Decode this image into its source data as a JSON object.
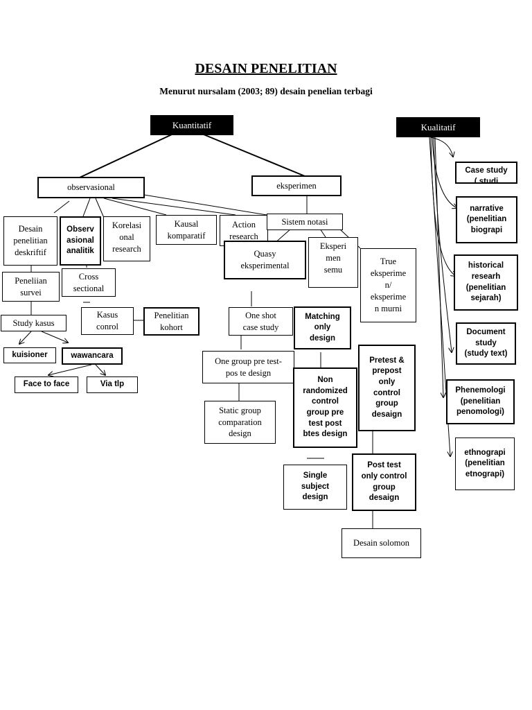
{
  "title": "DESAIN PENELITIAN",
  "subtitle": "Menurut nursalam (2003; 89) desain penelian terbagi",
  "nodes": {
    "kuantitatif": "Kuantitatif",
    "kualitatif": "Kualitatif",
    "observasional": "observasional",
    "eksperimen": "eksperimen",
    "deskriptif": "Desain\npenelitian\ndeskriftif",
    "observasional_analitik": "Observ\nasional\nanalitik",
    "korelasional": "Korelasi\nonal\nresearch",
    "kausal_komparatif": "Kausal\nkomparatif",
    "action_research": "Action\nresearch",
    "sistem_notasi": "Sistem notasi",
    "quasy": "Quasy\neksperimental",
    "eksperimen_semu": "Eksperi\nmen\nsemu",
    "true_eksperimen": "True\neksperime\nn/\neksperime\nn murni",
    "survei": "Peneliian\nsurvei",
    "cross_sectional": "Cross\nsectional",
    "study_kasus": "Study kasus",
    "kasus_kontrol": "Kasus\nconrol",
    "kohort": "Penelitian\nkohort",
    "kuisioner": "kuisioner",
    "wawancara": "wawancara",
    "face_to_face": "Face to face",
    "via_tlp": "Via tlp",
    "one_shot": "One shot\ncase study",
    "matching": "Matching\nonly\ndesign",
    "one_group": "One group pre test-\npos te design",
    "static_group": "Static group\ncomparation\ndesign",
    "non_randomized": "Non\nrandomized\ncontrol\ngroup pre\ntest post\nbtes design",
    "pretest_prepost": "Pretest &\nprepost\nonly\ncontrol\ngroup\ndesaign",
    "single_subject": "Single\nsubject\ndesign",
    "posttest_only": "Post test\nonly control\ngroup\ndesaign",
    "solomon": "Desain solomon",
    "case_study": "Case study\n( studi",
    "narrative": "narrative\n(penelitian\nbiograpi",
    "historical": "historical\nresearh\n(penelitian\nsejarah)",
    "document": "Document\nstudy\n(study text)",
    "phenemologi": "Phenemologi\n(penelitian\npenomologi)",
    "ethnograpi": "ethnograpi\n(penelitian\netnograpi)"
  }
}
